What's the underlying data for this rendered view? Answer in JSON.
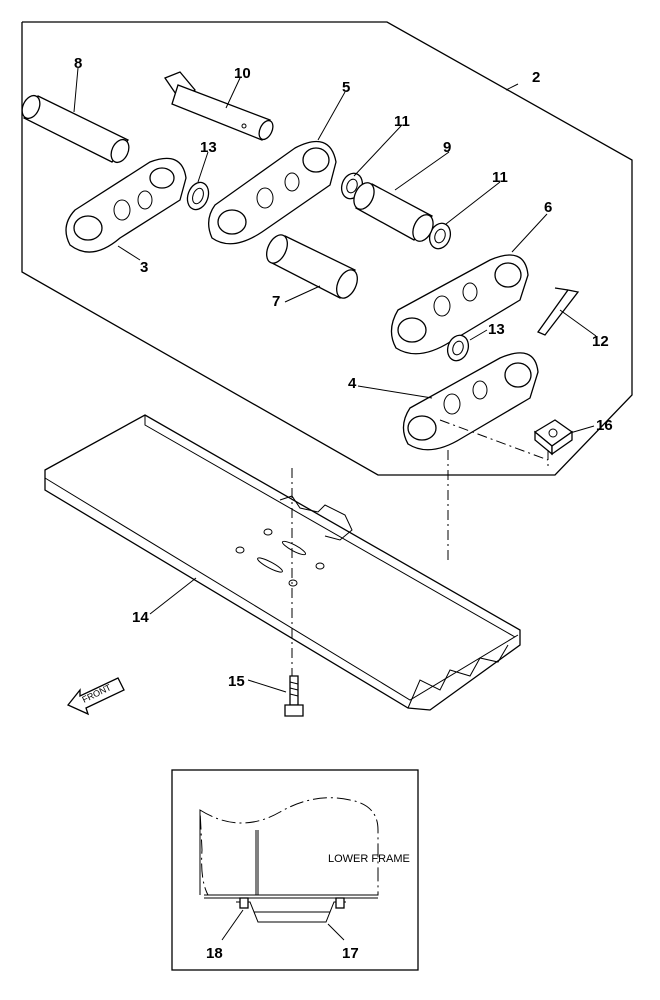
{
  "callouts": {
    "c2": "2",
    "c3": "3",
    "c4": "4",
    "c5": "5",
    "c6": "6",
    "c7": "7",
    "c8": "8",
    "c9": "9",
    "c10": "10",
    "c11a": "11",
    "c11b": "11",
    "c12": "12",
    "c13a": "13",
    "c13b": "13",
    "c14": "14",
    "c15": "15",
    "c16": "16",
    "c17": "17",
    "c18": "18"
  },
  "front_label": "FRONT",
  "inset_label": "LOWER FRAME"
}
